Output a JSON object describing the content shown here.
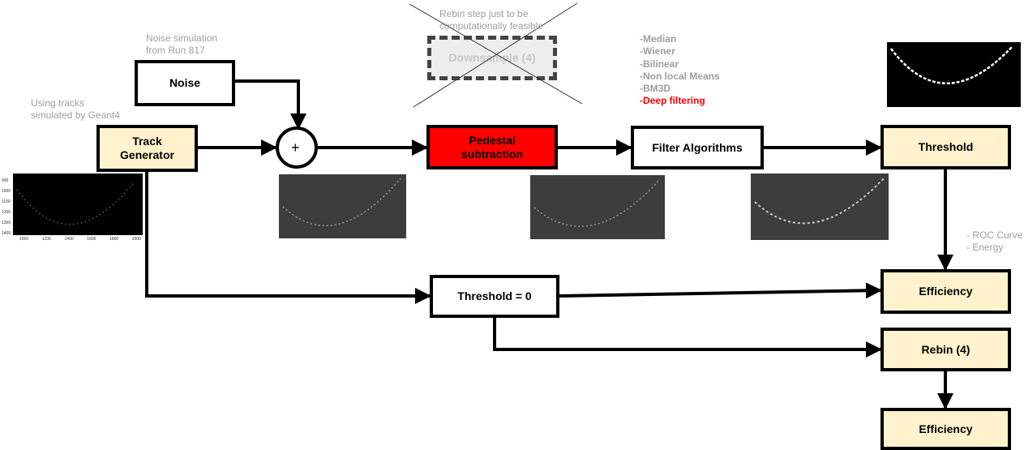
{
  "notes": {
    "noise_sim": "Noise simulation\nfrom Run 817",
    "tracks_sim": "Using tracks\nsimulated by Geant4",
    "rebin_step": "Rebin step just to be\ncomputationally feasible",
    "outputs": "- ROC Curve\n- Energy"
  },
  "boxes": {
    "noise": "Noise",
    "track_generator": "Track\nGenerator",
    "downsample": "Downsample (4)",
    "pedestal": "Pedestal\nsubtraction",
    "filter": "Filter Algorithms",
    "threshold": "Threshold",
    "threshold_zero": "Threshold = 0",
    "efficiency_1": "Efficiency",
    "rebin": "Rebin (4)",
    "efficiency_2": "Efficiency"
  },
  "sum_symbol": "+",
  "filter_algorithms": [
    "-Median",
    "-Wiener",
    "-Bilinear",
    "-Non local Means",
    "-BM3D"
  ],
  "filter_highlight": "-Deep filtering",
  "plot_track": {
    "y_ticks": [
      "900",
      "1000",
      "1100",
      "1200",
      "1300",
      "1400"
    ],
    "x_ticks": [
      "1000",
      "1200",
      "1400",
      "1600",
      "1800",
      "2000"
    ]
  },
  "colors": {
    "box_fill": "#fff2cc",
    "highlight": "#ff0000",
    "note_text": "#9e9e9e",
    "disabled_fill": "#eeeeee",
    "stroke": "#000000"
  }
}
